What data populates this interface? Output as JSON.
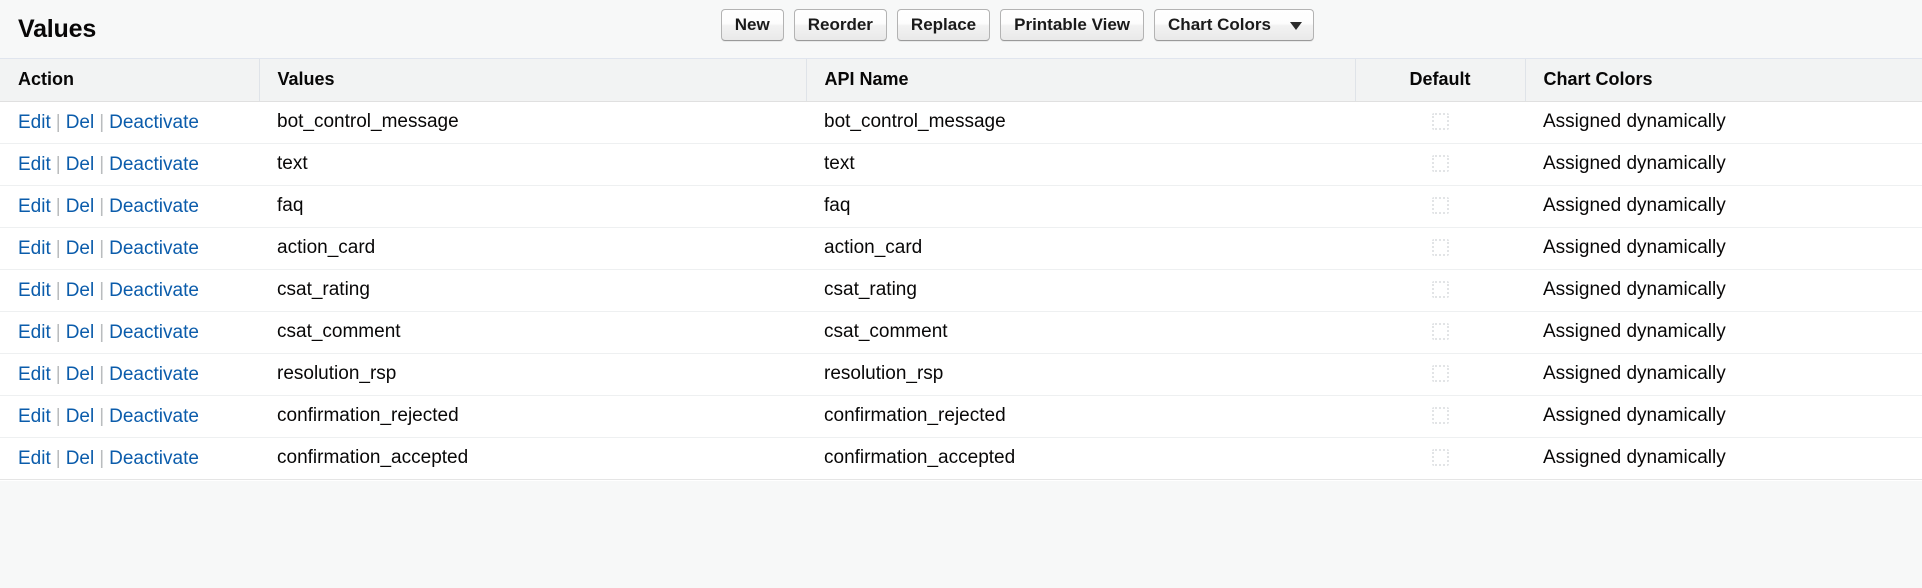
{
  "header": {
    "title": "Values",
    "buttons": [
      {
        "label": "New",
        "name": "new-button"
      },
      {
        "label": "Reorder",
        "name": "reorder-button"
      },
      {
        "label": "Replace",
        "name": "replace-button"
      },
      {
        "label": "Printable View",
        "name": "printable-view-button"
      }
    ],
    "dropdown": {
      "label": "Chart Colors",
      "icon": "chevron-down-icon"
    }
  },
  "table": {
    "columns": [
      {
        "key": "action",
        "label": "Action"
      },
      {
        "key": "values",
        "label": "Values"
      },
      {
        "key": "api",
        "label": "API Name"
      },
      {
        "key": "default",
        "label": "Default"
      },
      {
        "key": "chart",
        "label": "Chart Colors"
      }
    ],
    "actions": {
      "edit": "Edit",
      "delete": "Del",
      "deactivate": "Deactivate",
      "separator": "|"
    },
    "rows": [
      {
        "value": "bot_control_message",
        "api_name": "bot_control_message",
        "default_checked": false,
        "chart_colors": "Assigned dynamically"
      },
      {
        "value": "text",
        "api_name": "text",
        "default_checked": false,
        "chart_colors": "Assigned dynamically"
      },
      {
        "value": "faq",
        "api_name": "faq",
        "default_checked": false,
        "chart_colors": "Assigned dynamically"
      },
      {
        "value": "action_card",
        "api_name": "action_card",
        "default_checked": false,
        "chart_colors": "Assigned dynamically"
      },
      {
        "value": "csat_rating",
        "api_name": "csat_rating",
        "default_checked": false,
        "chart_colors": "Assigned dynamically"
      },
      {
        "value": "csat_comment",
        "api_name": "csat_comment",
        "default_checked": false,
        "chart_colors": "Assigned dynamically"
      },
      {
        "value": "resolution_rsp",
        "api_name": "resolution_rsp",
        "default_checked": false,
        "chart_colors": "Assigned dynamically"
      },
      {
        "value": "confirmation_rejected",
        "api_name": "confirmation_rejected",
        "default_checked": false,
        "chart_colors": "Assigned dynamically"
      },
      {
        "value": "confirmation_accepted",
        "api_name": "confirmation_accepted",
        "default_checked": false,
        "chart_colors": "Assigned dynamically"
      }
    ]
  },
  "colors": {
    "link": "#0b5cab",
    "page_background": "#f7f8f8",
    "header_row_background": "#f2f3f3",
    "text": "#080707"
  }
}
